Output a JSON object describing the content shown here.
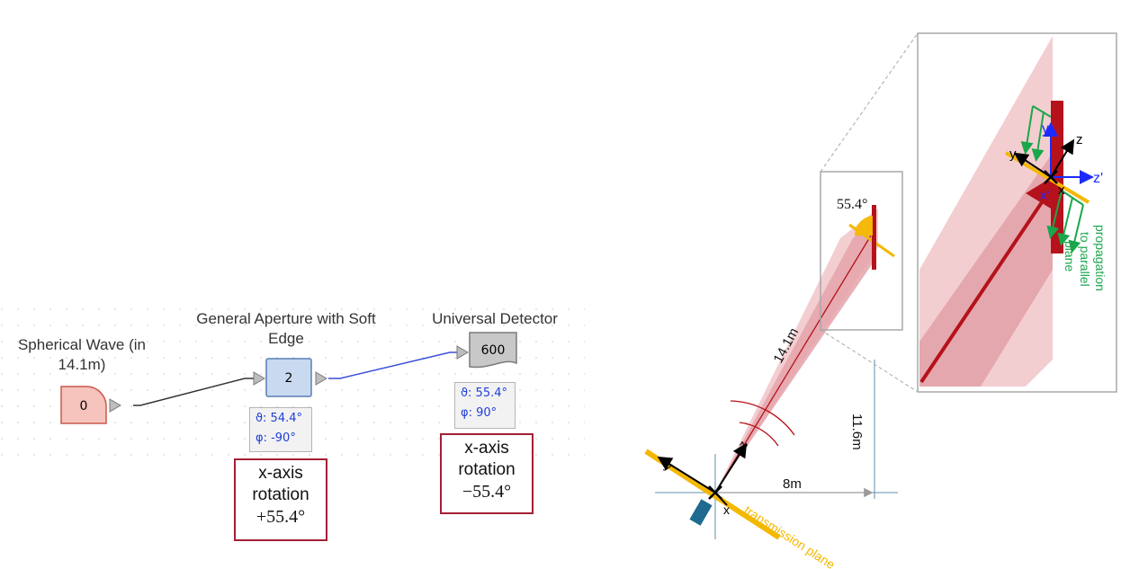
{
  "flow": {
    "nodes": [
      {
        "title": "Spherical Wave (in 14.1m)",
        "value": "0"
      },
      {
        "title": "General Aperture with Soft Edge",
        "value": "2",
        "theta": "ϑ: 54.4°",
        "phi": "φ: -90°",
        "rotation_l1": "x-axis",
        "rotation_l2": "rotation",
        "rotation_l3": "+55.4°"
      },
      {
        "title": "Universal Detector",
        "value": "600",
        "theta": "ϑ: 55.4°",
        "phi": "φ: 90°",
        "rotation_l1": "x-axis",
        "rotation_l2": "rotation",
        "rotation_l3": "−55.4°"
      }
    ]
  },
  "geometry": {
    "angle_label": "55.4°",
    "distance_label": "14.1m",
    "height_label": "11.6m",
    "width_label": "8m",
    "plane_label": "transmission plane",
    "propagation_label_l1": "propagation",
    "propagation_label_l2": "to parallel",
    "propagation_label_l3": "plane",
    "axis_x": "x",
    "axis_y": "y",
    "axis_z": "z",
    "axis_xp": "x'",
    "axis_yp": "y'",
    "axis_zp": "z'"
  },
  "colors": {
    "beam_light": "#f2c9cc",
    "beam_mid": "#e3a3aa",
    "beam_core": "#b5121b",
    "plane": "#f4b800",
    "link_black": "#333333",
    "link_blue": "#3a4fd8",
    "info_text": "#1f3fd8",
    "rotation_border": "#a32035",
    "green": "#1aa64a"
  }
}
